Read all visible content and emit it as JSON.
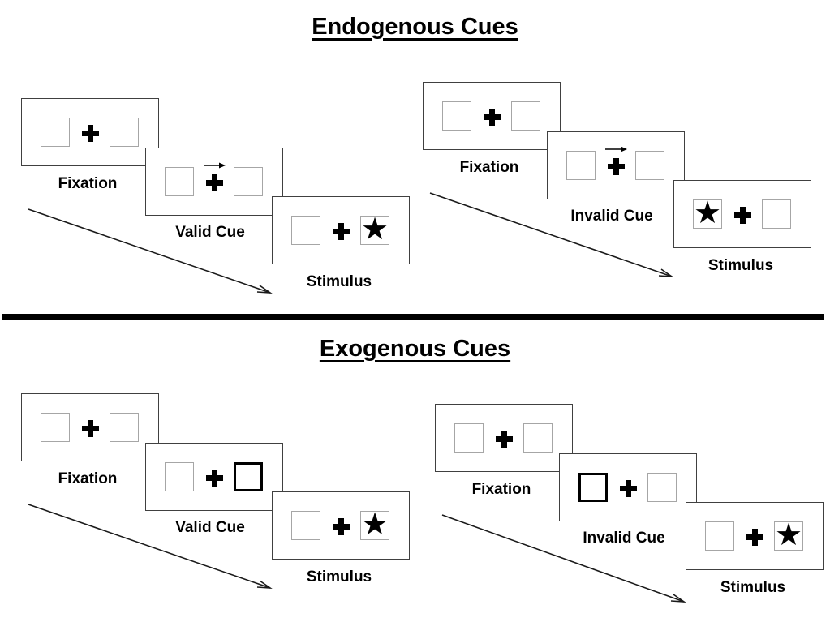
{
  "figure": {
    "background": "#ffffff",
    "divider_color": "#000000",
    "panel_border_color": "#404040",
    "box_border_color": "#a6a6a6",
    "ink_color": "#000000"
  },
  "icons": {
    "star": "★",
    "fixation_cross": "plus-cross",
    "cue_arrow": "right-arrow"
  },
  "sections": [
    {
      "title": "Endogenous Cues",
      "sequences": [
        {
          "condition": "valid",
          "steps": [
            {
              "label": "Fixation",
              "cue": "none",
              "star": "none"
            },
            {
              "label": "Valid Cue",
              "cue": "central-arrow-right",
              "star": "none"
            },
            {
              "label": "Stimulus",
              "cue": "none",
              "star": "right"
            }
          ]
        },
        {
          "condition": "invalid",
          "steps": [
            {
              "label": "Fixation",
              "cue": "none",
              "star": "none"
            },
            {
              "label": "Invalid Cue",
              "cue": "central-arrow-right",
              "star": "none"
            },
            {
              "label": "Stimulus",
              "cue": "none",
              "star": "left"
            }
          ]
        }
      ]
    },
    {
      "title": "Exogenous Cues",
      "sequences": [
        {
          "condition": "valid",
          "steps": [
            {
              "label": "Fixation",
              "cue": "none",
              "star": "none"
            },
            {
              "label": "Valid Cue",
              "cue": "peripheral-thick-box-right",
              "star": "none"
            },
            {
              "label": "Stimulus",
              "cue": "none",
              "star": "right"
            }
          ]
        },
        {
          "condition": "invalid",
          "steps": [
            {
              "label": "Fixation",
              "cue": "none",
              "star": "none"
            },
            {
              "label": "Invalid Cue",
              "cue": "peripheral-thick-box-left",
              "star": "none"
            },
            {
              "label": "Stimulus",
              "cue": "none",
              "star": "right"
            }
          ]
        }
      ]
    }
  ]
}
